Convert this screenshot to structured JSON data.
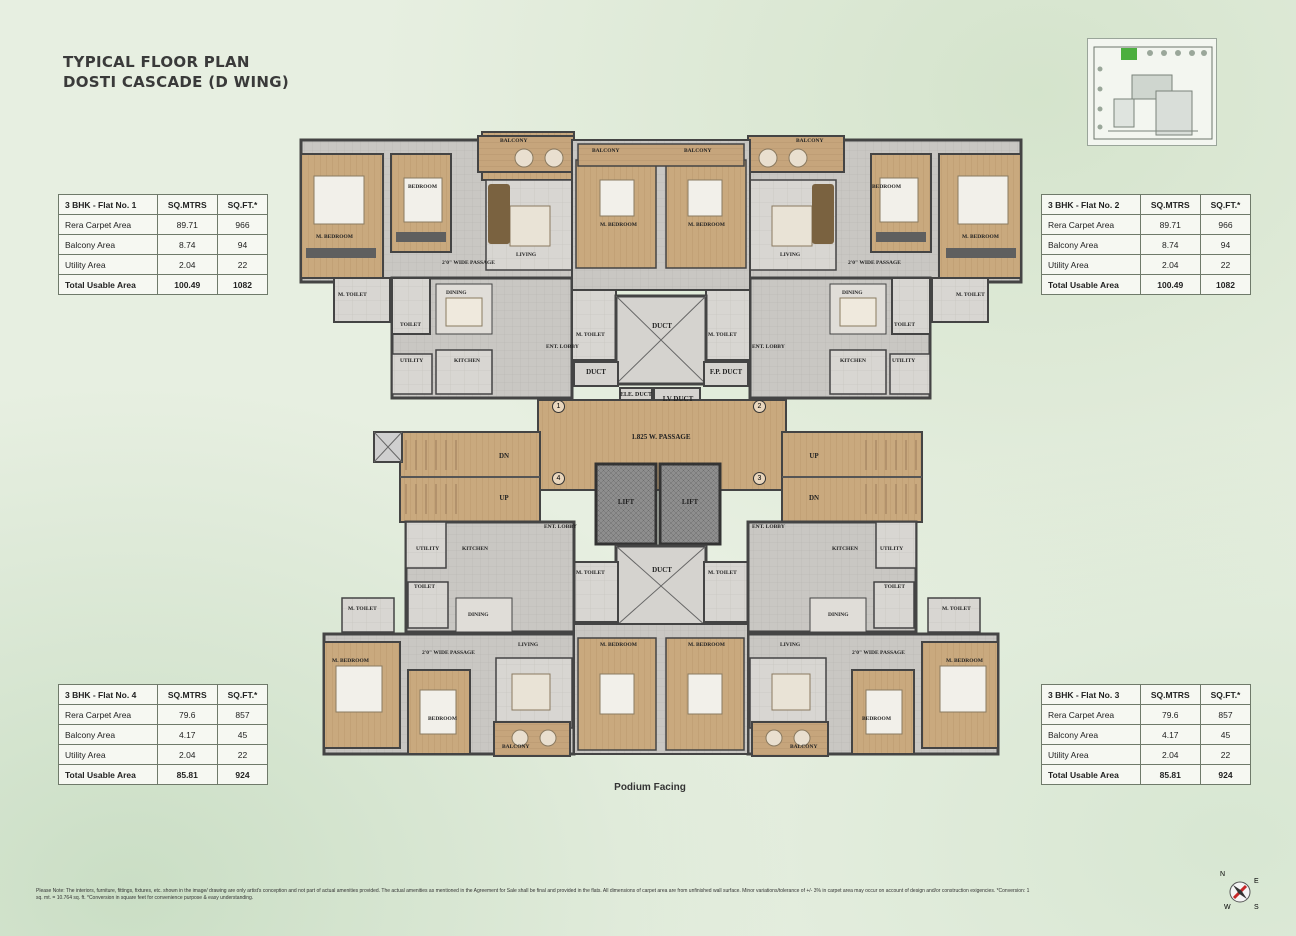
{
  "title": {
    "line1": "TYPICAL FLOOR PLAN",
    "line2": "DOSTI CASCADE (D WING)"
  },
  "tables": [
    {
      "id": "flat1",
      "header": [
        "3 BHK - Flat No. 1",
        "SQ.MTRS",
        "SQ.FT.*"
      ],
      "rows": [
        [
          "Rera Carpet Area",
          "89.71",
          "966"
        ],
        [
          "Balcony Area",
          "8.74",
          "94"
        ],
        [
          "Utility Area",
          "2.04",
          "22"
        ],
        [
          "Total Usable Area",
          "100.49",
          "1082"
        ]
      ]
    },
    {
      "id": "flat2",
      "header": [
        "3 BHK - Flat No. 2",
        "SQ.MTRS",
        "SQ.FT.*"
      ],
      "rows": [
        [
          "Rera Carpet Area",
          "89.71",
          "966"
        ],
        [
          "Balcony Area",
          "8.74",
          "94"
        ],
        [
          "Utility Area",
          "2.04",
          "22"
        ],
        [
          "Total Usable Area",
          "100.49",
          "1082"
        ]
      ]
    },
    {
      "id": "flat4",
      "header": [
        "3 BHK - Flat No. 4",
        "SQ.MTRS",
        "SQ.FT.*"
      ],
      "rows": [
        [
          "Rera Carpet Area",
          "79.6",
          "857"
        ],
        [
          "Balcony Area",
          "4.17",
          "45"
        ],
        [
          "Utility Area",
          "2.04",
          "22"
        ],
        [
          "Total Usable Area",
          "85.81",
          "924"
        ]
      ]
    },
    {
      "id": "flat3",
      "header": [
        "3 BHK - Flat No. 3",
        "SQ.MTRS",
        "SQ.FT.*"
      ],
      "rows": [
        [
          "Rera Carpet Area",
          "79.6",
          "857"
        ],
        [
          "Balcony Area",
          "4.17",
          "45"
        ],
        [
          "Utility Area",
          "2.04",
          "22"
        ],
        [
          "Total Usable Area",
          "85.81",
          "924"
        ]
      ]
    }
  ],
  "core": {
    "duct_top": "DUCT",
    "duct_left": "DUCT",
    "fp_duct": "F.P. DUCT",
    "ele_duct": "ELE. DUCT",
    "lv_duct": "LV DUCT",
    "passage": "1.825 W. PASSAGE",
    "lift1": "LIFT",
    "lift2": "LIFT",
    "duct_bottom": "DUCT",
    "dn_left": "DN",
    "up_left": "UP",
    "up_right": "UP",
    "dn_right": "DN",
    "circles": [
      "1",
      "2",
      "4",
      "3"
    ]
  },
  "rooms": {
    "m_bedroom": "M. BEDROOM",
    "bedroom": "BEDROOM",
    "living": "LIVING",
    "dining": "DINING",
    "kitchen": "KITCHEN",
    "utility": "UTILITY",
    "toilet": "TOILET",
    "m_toilet": "M. TOILET",
    "balcony": "BALCONY",
    "ent_lobby": "ENT. LOBBY",
    "wide_passage": "2'0\" WIDE PASSAGE"
  },
  "podium": "Podium Facing",
  "note": "Please Note: The interiors, furniture, fittings, fixtures, etc. shown in the image/ drawing are only artist's conception and not part of actual amenities provided. The actual amenities as mentioned in the Agreement for Sale shall be final and provided in the flats. All dimensions of carpet area are from unfinished wall surface. Minor variations/tolerance of +/- 3% in carpet area may occur on account of design and/or construction exigencies. *Conversion: 1 sq. mt. = 10.764 sq. ft. *Conversion in square feet for convenience purpose & easy understanding.",
  "compass": {
    "n": "N",
    "e": "E",
    "s": "S",
    "w": "W"
  }
}
